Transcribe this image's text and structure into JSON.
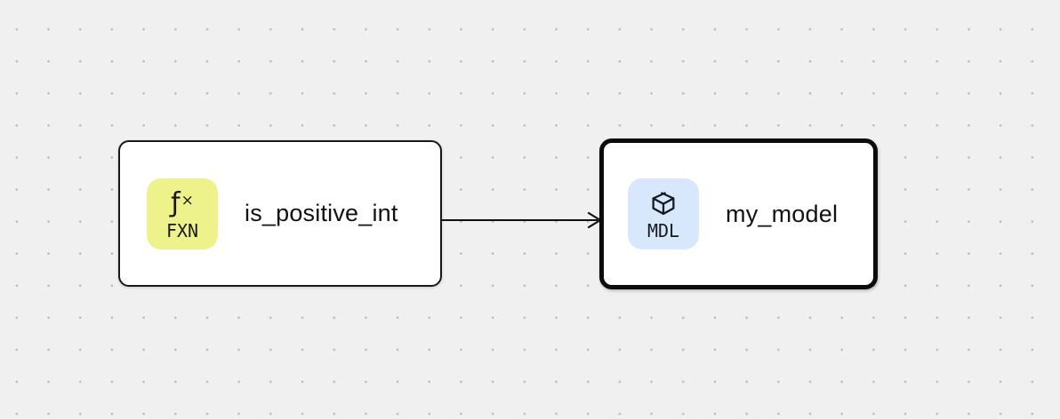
{
  "canvas": {
    "background_color": "#f0f0f1",
    "dot_color": "#b9b9b9",
    "edge_color": "#111111"
  },
  "nodes": [
    {
      "label": "is_positive_int",
      "type": "function",
      "selected": false,
      "badge": {
        "text": "FXN",
        "bg": "#edf28a",
        "icon": "function-icon",
        "icon_glyph": {
          "f": "ƒ",
          "x": "×"
        }
      }
    },
    {
      "label": "my_model",
      "type": "model",
      "selected": true,
      "badge": {
        "text": "MDL",
        "bg": "#d7e8fc",
        "icon": "cube-icon"
      }
    }
  ],
  "edges": [
    {
      "from": "is_positive_int",
      "to": "my_model"
    }
  ]
}
